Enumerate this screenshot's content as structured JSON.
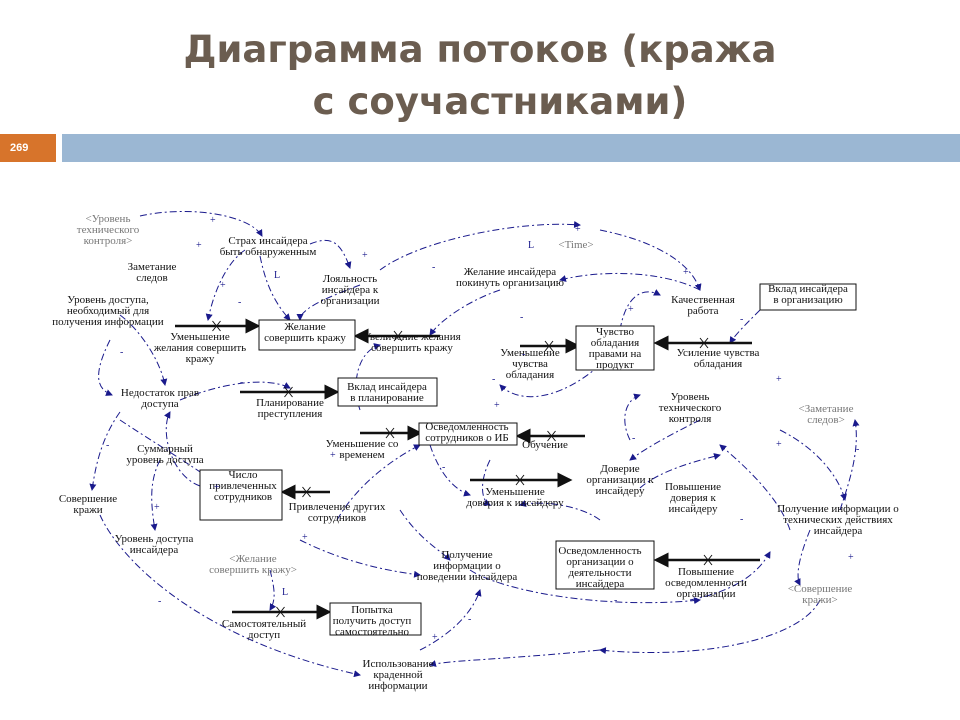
{
  "slide": {
    "title_line1": "Диаграмма потоков (кража",
    "title_line2": "с соучастниками)",
    "number": "269",
    "colors": {
      "title": "#6b5d50",
      "number_bg": "#d7742b",
      "band": "#9bb7d3",
      "arrows": "#1a1a8c"
    }
  },
  "diagram": {
    "nodes": {
      "uroven_teh_kontrolya_ghost": [
        "<Уровень",
        "технического",
        "контроля>"
      ],
      "strah": [
        "Страх инсайдера",
        "быть обнаруженным"
      ],
      "zametanie": [
        "Заметание",
        "следов"
      ],
      "uroven_dostupa": [
        "Уровень доступа,",
        "необходимый для",
        "получения информации"
      ],
      "loyalnost": [
        "Лояльность",
        "инсайдера к",
        "организации"
      ],
      "zhelanie_pokinut": [
        "Желание инсайдера",
        "покинуть организацию"
      ],
      "time": [
        "<Time>"
      ],
      "kachestvennaya": [
        "Качественная",
        "работа"
      ],
      "vklad_org": [
        "Вклад инсайдера",
        "в организацию"
      ],
      "umensh_zhel": [
        "Уменьшение",
        "желания совершить",
        "кражу"
      ],
      "zhelanie_sovershit": [
        "Желание",
        "совершить кражу"
      ],
      "uvelich_zhel": [
        "Увеличение желания",
        "совершить кражу"
      ],
      "chuvstvo": [
        "Чувство",
        "обладания",
        "правами на",
        "продукт"
      ],
      "umensh_chuvstva": [
        "Уменьшение",
        "чувства",
        "обладания"
      ],
      "usilenie": [
        "Усиление чувства",
        "обладания"
      ],
      "nedostatok": [
        "Недостаток прав",
        "доступа"
      ],
      "planirovanie": [
        "Планирование",
        "преступления"
      ],
      "vklad_plan": [
        "Вклад инсайдера",
        "в планирование"
      ],
      "uroven_teh_kontrolya": [
        "Уровень",
        "технического",
        "контроля"
      ],
      "zametanie_ghost": [
        "<Заметание",
        "следов>"
      ],
      "summarny": [
        "Суммарный",
        "уровень доступа"
      ],
      "umensh_vremenem": [
        "Уменьшение со",
        "временем"
      ],
      "osvedomlennost_ib": [
        "Осведомленность",
        "сотрудников о ИБ"
      ],
      "obuchenie": [
        "Обучение"
      ],
      "sovershenie": [
        "Совершение",
        "кражи"
      ],
      "chislo": [
        "Число",
        "привлеченных",
        "сотрудников"
      ],
      "privlechenie": [
        "Привлечение других",
        "сотрудников"
      ],
      "umensh_doveriya": [
        "Уменьшение",
        "доверия к инсайдеру"
      ],
      "doverie": [
        "Доверие",
        "организации к",
        "инсайдеру"
      ],
      "povyshenie_doveriya": [
        "Повышение",
        "доверия к",
        "инсайдеру"
      ],
      "poluchenie_teh": [
        "Получение информации о",
        "технических действиях",
        "инсайдера"
      ],
      "uroven_dostupa_ins": [
        "Уровень доступа",
        "инсайдера"
      ],
      "poluchenie_pov": [
        "Получение",
        "информации о",
        "поведении инсайдера"
      ],
      "osvedomlennost_org": [
        "Осведомленность",
        "организации о",
        "деятельности",
        "инсайдера"
      ],
      "povyshenie_osv": [
        "Повышение",
        "осведомленности",
        "организации"
      ],
      "zhelanie_ghost": [
        "<Желание",
        "совершить кражу>"
      ],
      "sovershenie_ghost": [
        "<Совершение",
        "кражи>"
      ],
      "samostoyatelny": [
        "Самостоятельный",
        "доступ"
      ],
      "popytka": [
        "Попытка",
        "получить доступ",
        "самостоятельно"
      ],
      "ispolzovanie": [
        "Использование",
        "краденной",
        "информации"
      ]
    },
    "signs": {
      "plus": "+",
      "minus": "-",
      "loop": "L"
    }
  }
}
